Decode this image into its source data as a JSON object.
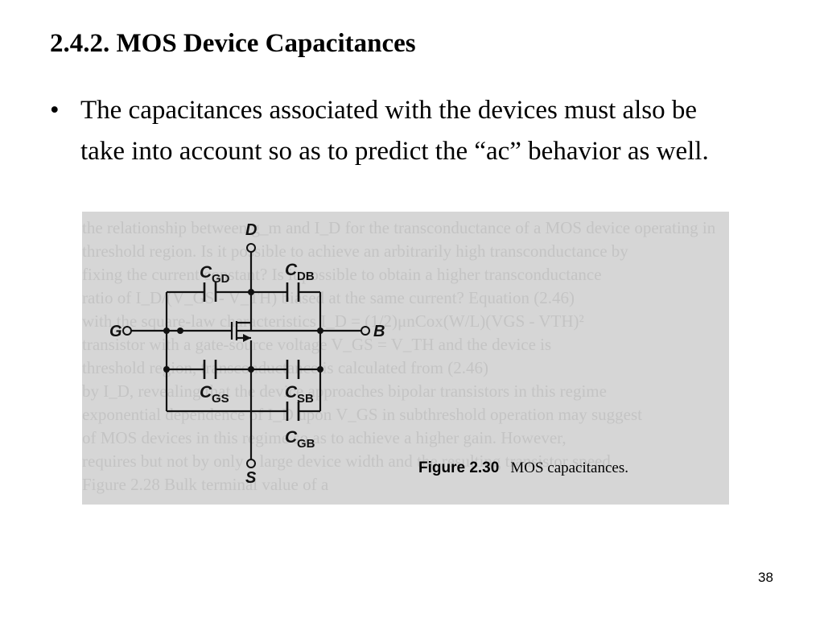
{
  "slide": {
    "title": "2.4.2. MOS Device Capacitances",
    "bullet_symbol": "•",
    "bullet_text": "The capacitances associated with the devices must also be take into account so as to predict the “ac” behavior as well.",
    "page_number": "38"
  },
  "figure": {
    "terminals": {
      "drain": "D",
      "gate": "G",
      "bulk": "B",
      "source": "S"
    },
    "capacitors": {
      "cgd": {
        "main": "C",
        "sub": "GD"
      },
      "cdb": {
        "main": "C",
        "sub": "DB"
      },
      "cgs": {
        "main": "C",
        "sub": "GS"
      },
      "csb": {
        "main": "C",
        "sub": "SB"
      },
      "cgb": {
        "main": "C",
        "sub": "GB"
      }
    },
    "caption_label": "Figure 2.30",
    "caption_text": "MOS capacitances.",
    "background_lines": [
      "the relationship between g_m and I_D for the transconductance of a MOS device operating in",
      "threshold region. Is it possible to achieve an arbitrarily high transconductance by",
      "fixing the current constant? Is it possible to obtain a higher transconductance",
      "ratio of I_D/(V_GS - V_TH) biased at the same current? Equation (2.46)",
      "with the square-law characteristics I_D = (1/2)μnCox(W/L)(VGS - VTH)²",
      "transistor with a gate-source voltage V_GS = V_TH and the device is",
      "threshold region, transconductance is calculated from (2.46)",
      "by I_D, revealing that the device approaches bipolar transistors in this regime",
      "exponential dependence of I_D upon V_GS in subthreshold operation may suggest",
      "of MOS devices in this regime so as to achieve a higher gain. However,",
      "requires but not by only a large device width and the resulting transistor speed",
      "Figure 2.28   Bulk terminal value of a"
    ]
  }
}
